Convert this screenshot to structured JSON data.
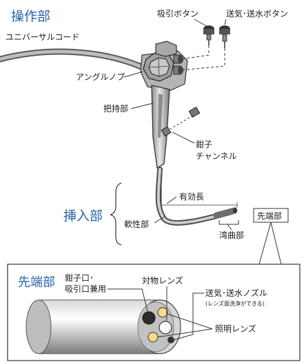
{
  "sections": {
    "operation": "操作部",
    "insertion": "挿入部",
    "tip": "先端部"
  },
  "labels": {
    "suction_button": "吸引ボタン",
    "air_water_button": "送気･送水ボタン",
    "universal_cord": "ユニバーサルコード",
    "angle_knob": "アングルノブ",
    "grip": "把持部",
    "forceps_channel_1": "鉗子",
    "forceps_channel_2": "チャンネル",
    "effective_length": "有効長",
    "tip_box": "先端部",
    "flexible": "軟性部",
    "bending": "湾曲部"
  },
  "detail": {
    "forceps_port_1": "鉗子口･",
    "forceps_port_2": "吸引口兼用",
    "objective_lens": "対物レンズ",
    "nozzle": "送気･送水ノズル",
    "nozzle_note": "(レンズ面洗浄ができる)",
    "light_lens": "照明レンズ"
  },
  "colors": {
    "section_blue": "#2a62a8",
    "lens_yellow": "#f3dc8a",
    "scope_gray": "#9a9a9a"
  }
}
